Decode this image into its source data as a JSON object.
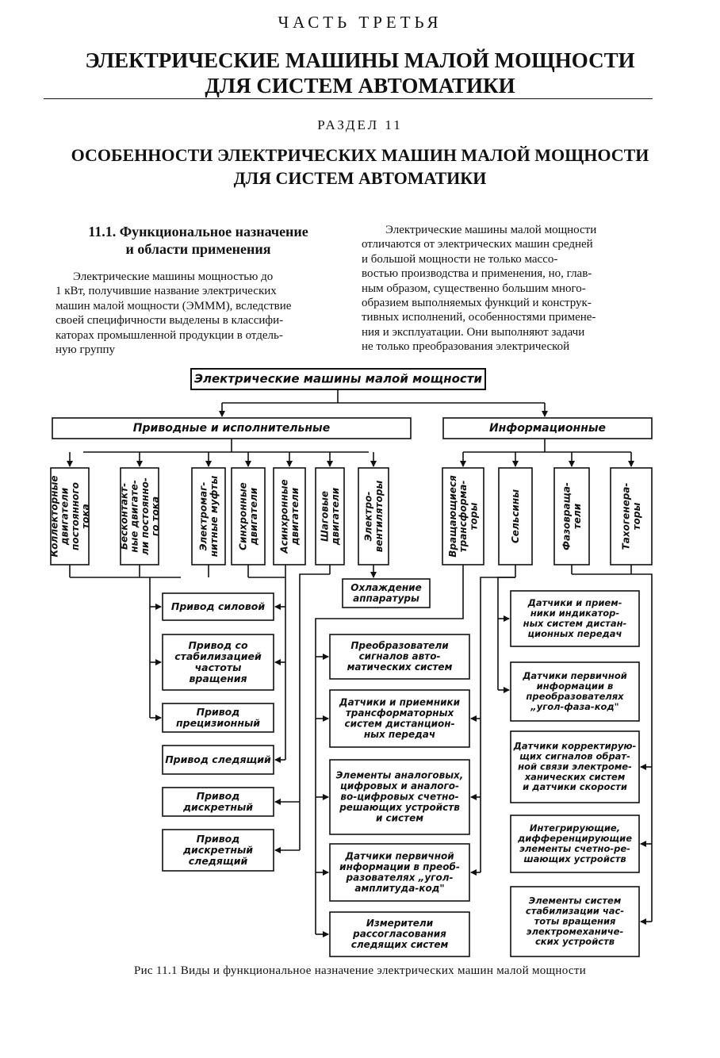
{
  "header": {
    "part": "ЧАСТЬ ТРЕТЬЯ",
    "title_lines": [
      "ЭЛЕКТРИЧЕСКИЕ МАШИНЫ МАЛОЙ МОЩНОСТИ",
      "ДЛЯ СИСТЕМ  АВТОМАТИКИ"
    ],
    "section": "РАЗДЕЛ 11",
    "section_title_lines": [
      "ОСОБЕННОСТИ ЭЛЕКТРИЧЕСКИХ МАШИН МАЛОЙ МОЩНОСТИ",
      "ДЛЯ СИСТЕМ АВТОМАТИКИ"
    ]
  },
  "subsection": {
    "heading_lines": [
      "11.1. Функциональное назначение",
      "и области применения"
    ]
  },
  "text": {
    "left_lines": [
      "Электрические машины мощностью до",
      "1 кВт, получившие название электрических",
      "машин малой мощности (ЭММM), вследствие",
      "своей специфичности выделены в классифи-",
      "каторах промышленной продукции в отдель-",
      "ную группу"
    ],
    "right_lines": [
      "Электрические машины малой мощности",
      "отличаются от электрических машин средней",
      "и большой мощности не только массо-",
      "востью производства и применения, но, глав-",
      "ным образом, существенно большим много-",
      "образием выполняемых функций и конструк-",
      "тивных исполнений, особенностями примене-",
      "ния и эксплуатации. Они выполняют задачи",
      "не только преобразования электрической"
    ]
  },
  "diagram": {
    "root": "Электрические машины малой мощности",
    "branch_left": "Приводные и исполнительные",
    "branch_right": "Информационные",
    "left_types": [
      [
        "Коллекторные",
        "двигатели",
        "постоянного",
        "тока"
      ],
      [
        "Бесконтакт-",
        "ные двигате-",
        "ли постоянно-",
        "го тока"
      ],
      [
        "Электромаг-",
        "нитные муфты"
      ],
      [
        "Синхронные",
        "двигатели"
      ],
      [
        "Асинхронные",
        "двигатели"
      ],
      [
        "Шаговые",
        "двигатели"
      ],
      [
        "Электро-",
        "вентиляторы"
      ]
    ],
    "right_types": [
      [
        "Вращающиеся",
        "трансформа-",
        "торы"
      ],
      [
        "Сельсины"
      ],
      [
        "Фазовраща-",
        "тели"
      ],
      [
        "Тахогенера-",
        "торы"
      ]
    ],
    "cooling": [
      "Охлаждение",
      "аппаратуры"
    ],
    "drives": [
      [
        "Привод силовой"
      ],
      [
        "Привод со",
        "стабилизацией",
        "частоты",
        "вращения"
      ],
      [
        "Привод",
        "прецизионный"
      ],
      [
        "Привод следящий"
      ],
      [
        "Привод",
        "дискретный"
      ],
      [
        "Привод",
        "дискретный",
        "следящий"
      ]
    ],
    "middle_apps": [
      [
        "Преобразователи",
        "сигналов авто-",
        "матических систем"
      ],
      [
        "Датчики и приемники",
        "трансформаторных",
        "систем дистанцион-",
        "ных передач"
      ],
      [
        "Элементы аналоговых,",
        "цифровых и аналого-",
        "во-цифровых счетно-",
        "решающих устройств",
        "и систем"
      ],
      [
        "Датчики первичной",
        "информации в преоб-",
        "разователях „угол-",
        "амплитуда-код\""
      ],
      [
        "Измерители",
        "рассогласования",
        "следящих систем"
      ]
    ],
    "right_apps": [
      [
        "Датчики и прием-",
        "ники индикатор-",
        "ных систем дистан-",
        "ционных передач"
      ],
      [
        "Датчики первичной",
        "информации в",
        "преобразователях",
        "„угол-фаза-код\""
      ],
      [
        "Датчики корректирую-",
        "щих сигналов обрат-",
        "ной связи электроме-",
        "ханических систем",
        "и датчики скорости"
      ],
      [
        "Интегрирующие,",
        "дифференцирующие",
        "элементы счетно-ре-",
        "шающих устройств"
      ],
      [
        "Элементы систем",
        "стабилизации час-",
        "тоты вращения",
        "электромеханиче-",
        "ских устройств"
      ]
    ]
  },
  "caption": "Рис  11.1  Виды и функциональное назначение электрических машин малой мощности"
}
